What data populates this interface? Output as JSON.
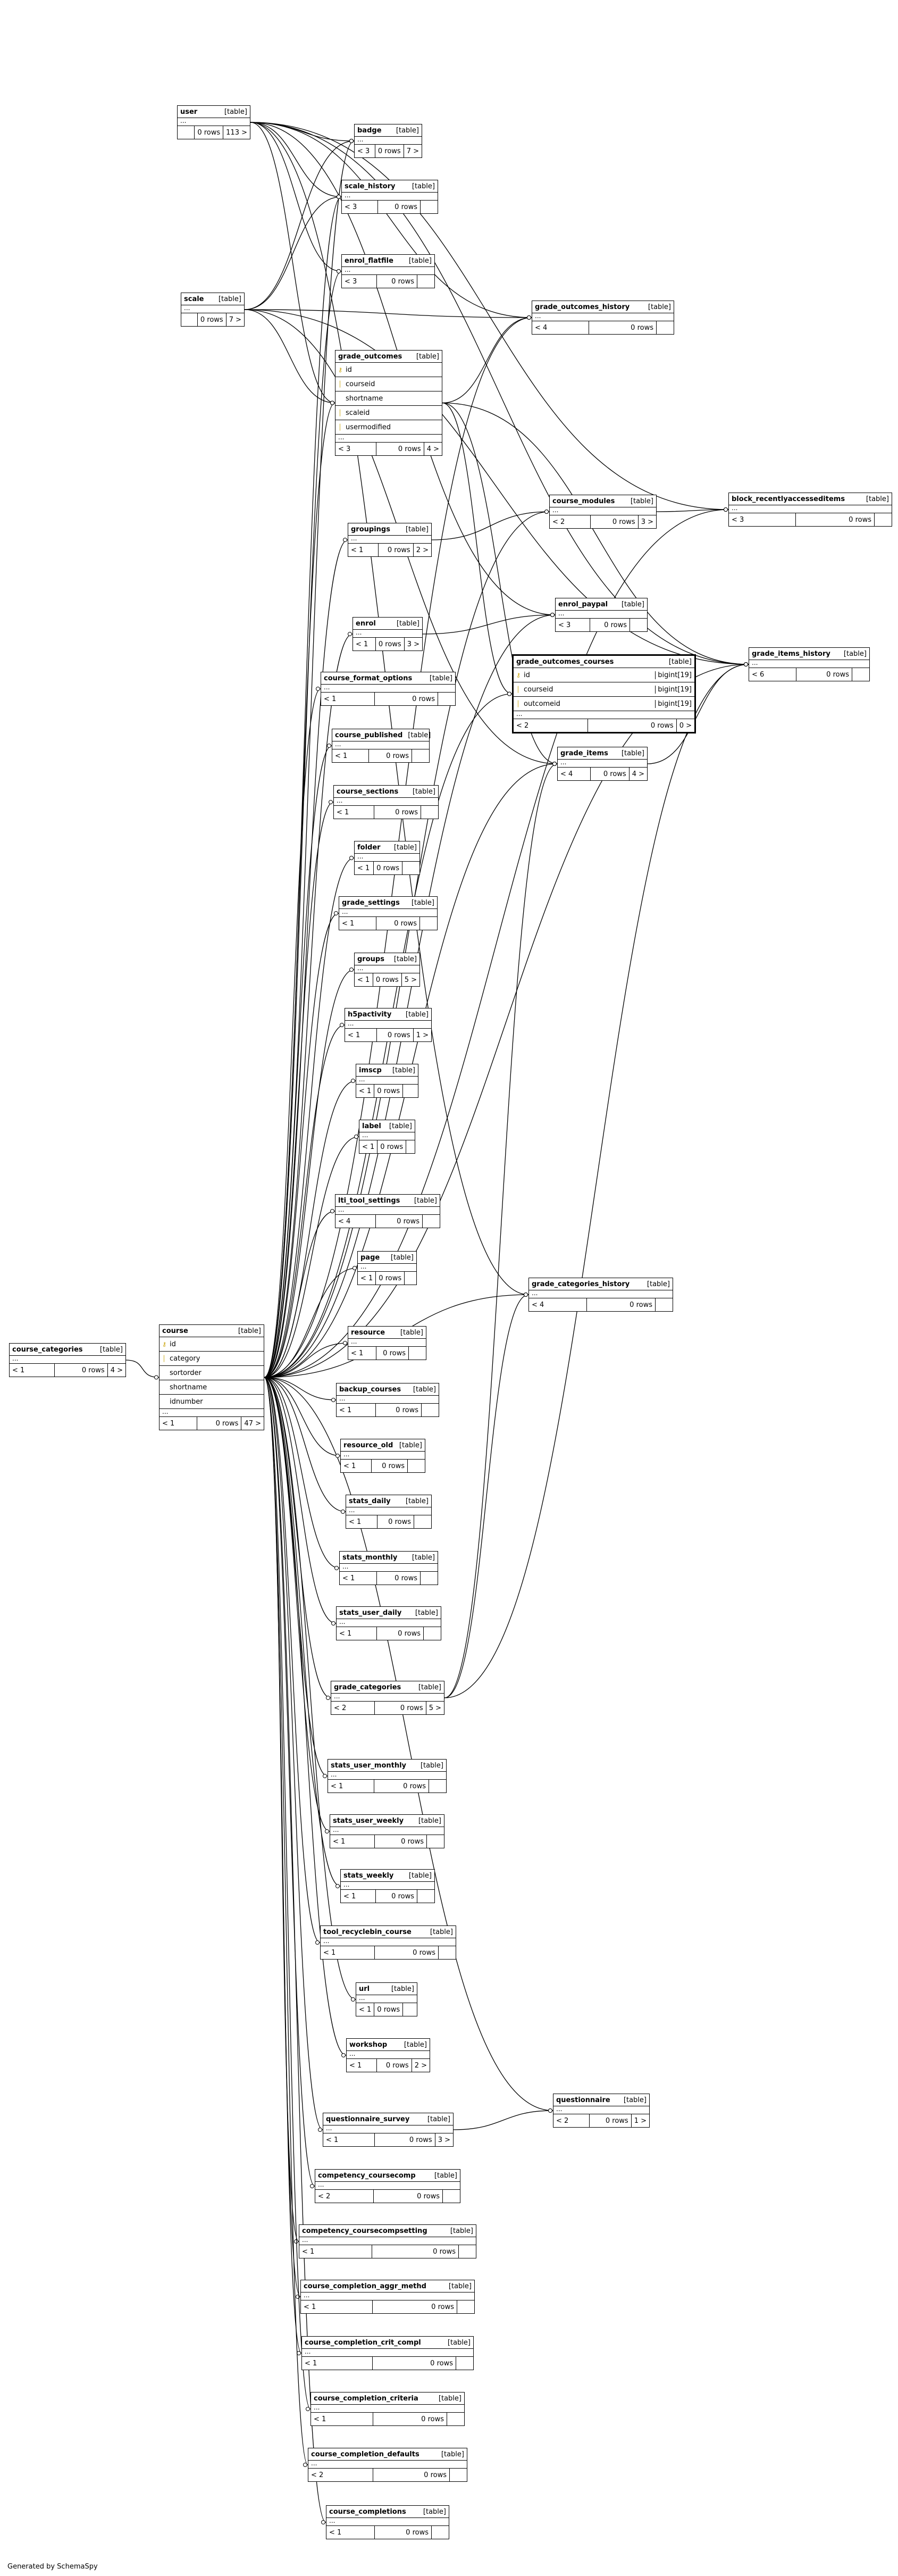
{
  "footer": "Generated by SchemaSpy",
  "tables": {
    "user": {
      "name": "user",
      "type": "[table]",
      "rows": [],
      "parents": "",
      "count": "0 rows",
      "children": "113 >"
    },
    "badge": {
      "name": "badge",
      "type": "[table]",
      "rows": [],
      "parents": "< 3",
      "count": "0 rows",
      "children": "7 >"
    },
    "scale_history": {
      "name": "scale_history",
      "type": "[table]",
      "rows": [],
      "parents": "< 3",
      "count": "0 rows",
      "children": ""
    },
    "enrol_flatfile": {
      "name": "enrol_flatfile",
      "type": "[table]",
      "rows": [],
      "parents": "< 3",
      "count": "0 rows",
      "children": ""
    },
    "scale": {
      "name": "scale",
      "type": "[table]",
      "rows": [],
      "parents": "",
      "count": "0 rows",
      "children": "7 >"
    },
    "grade_outcomes_history": {
      "name": "grade_outcomes_history",
      "type": "[table]",
      "rows": [],
      "parents": "< 4",
      "count": "0 rows",
      "children": ""
    },
    "grade_outcomes": {
      "name": "grade_outcomes",
      "type": "[table]",
      "rows": [
        {
          "key": "pk",
          "name": "id"
        },
        {
          "key": "fk",
          "name": "courseid"
        },
        {
          "key": "",
          "name": "shortname"
        },
        {
          "key": "fk",
          "name": "scaleid"
        },
        {
          "key": "fk",
          "name": "usermodified"
        }
      ],
      "parents": "< 3",
      "count": "0 rows",
      "children": "4 >"
    },
    "course_modules": {
      "name": "course_modules",
      "type": "[table]",
      "rows": [],
      "parents": "< 2",
      "count": "0 rows",
      "children": "3 >"
    },
    "block_recentlyaccesseditems": {
      "name": "block_recentlyaccesseditems",
      "type": "[table]",
      "rows": [],
      "parents": "< 3",
      "count": "0 rows",
      "children": ""
    },
    "groupings": {
      "name": "groupings",
      "type": "[table]",
      "rows": [],
      "parents": "< 1",
      "count": "0 rows",
      "children": "2 >"
    },
    "enrol": {
      "name": "enrol",
      "type": "[table]",
      "rows": [],
      "parents": "< 1",
      "count": "0 rows",
      "children": "3 >"
    },
    "enrol_paypal": {
      "name": "enrol_paypal",
      "type": "[table]",
      "rows": [],
      "parents": "< 3",
      "count": "0 rows",
      "children": ""
    },
    "grade_outcomes_courses": {
      "name": "grade_outcomes_courses",
      "type": "[table]",
      "rows": [
        {
          "key": "pk",
          "name": "id",
          "type": "bigint[19]"
        },
        {
          "key": "fk",
          "name": "courseid",
          "type": "bigint[19]"
        },
        {
          "key": "fk",
          "name": "outcomeid",
          "type": "bigint[19]"
        }
      ],
      "parents": "< 2",
      "count": "0 rows",
      "children": "0 >"
    },
    "grade_items_history": {
      "name": "grade_items_history",
      "type": "[table]",
      "rows": [],
      "parents": "< 6",
      "count": "0 rows",
      "children": ""
    },
    "course_format_options": {
      "name": "course_format_options",
      "type": "[table]",
      "rows": [],
      "parents": "< 1",
      "count": "0 rows",
      "children": ""
    },
    "course_published": {
      "name": "course_published",
      "type": "[table]",
      "rows": [],
      "parents": "< 1",
      "count": "0 rows",
      "children": ""
    },
    "grade_items": {
      "name": "grade_items",
      "type": "[table]",
      "rows": [],
      "parents": "< 4",
      "count": "0 rows",
      "children": "4 >"
    },
    "course_sections": {
      "name": "course_sections",
      "type": "[table]",
      "rows": [],
      "parents": "< 1",
      "count": "0 rows",
      "children": ""
    },
    "folder": {
      "name": "folder",
      "type": "[table]",
      "rows": [],
      "parents": "< 1",
      "count": "0 rows",
      "children": ""
    },
    "grade_settings": {
      "name": "grade_settings",
      "type": "[table]",
      "rows": [],
      "parents": "< 1",
      "count": "0 rows",
      "children": ""
    },
    "groups": {
      "name": "groups",
      "type": "[table]",
      "rows": [],
      "parents": "< 1",
      "count": "0 rows",
      "children": "5 >"
    },
    "h5pactivity": {
      "name": "h5pactivity",
      "type": "[table]",
      "rows": [],
      "parents": "< 1",
      "count": "0 rows",
      "children": "1 >"
    },
    "imscp": {
      "name": "imscp",
      "type": "[table]",
      "rows": [],
      "parents": "< 1",
      "count": "0 rows",
      "children": ""
    },
    "label": {
      "name": "label",
      "type": "[table]",
      "rows": [],
      "parents": "< 1",
      "count": "0 rows",
      "children": ""
    },
    "lti_tool_settings": {
      "name": "lti_tool_settings",
      "type": "[table]",
      "rows": [],
      "parents": "< 4",
      "count": "0 rows",
      "children": ""
    },
    "page": {
      "name": "page",
      "type": "[table]",
      "rows": [],
      "parents": "< 1",
      "count": "0 rows",
      "children": ""
    },
    "grade_categories_history": {
      "name": "grade_categories_history",
      "type": "[table]",
      "rows": [],
      "parents": "< 4",
      "count": "0 rows",
      "children": ""
    },
    "course_categories": {
      "name": "course_categories",
      "type": "[table]",
      "rows": [],
      "parents": "< 1",
      "count": "0 rows",
      "children": "4 >"
    },
    "course": {
      "name": "course",
      "type": "[table]",
      "rows": [
        {
          "key": "pk",
          "name": "id"
        },
        {
          "key": "fk",
          "name": "category"
        },
        {
          "key": "",
          "name": "sortorder"
        },
        {
          "key": "",
          "name": "shortname"
        },
        {
          "key": "",
          "name": "idnumber"
        }
      ],
      "parents": "< 1",
      "count": "0 rows",
      "children": "47 >"
    },
    "resource": {
      "name": "resource",
      "type": "[table]",
      "rows": [],
      "parents": "< 1",
      "count": "0 rows",
      "children": ""
    },
    "backup_courses": {
      "name": "backup_courses",
      "type": "[table]",
      "rows": [],
      "parents": "< 1",
      "count": "0 rows",
      "children": ""
    },
    "resource_old": {
      "name": "resource_old",
      "type": "[table]",
      "rows": [],
      "parents": "< 1",
      "count": "0 rows",
      "children": ""
    },
    "stats_daily": {
      "name": "stats_daily",
      "type": "[table]",
      "rows": [],
      "parents": "< 1",
      "count": "0 rows",
      "children": ""
    },
    "stats_monthly": {
      "name": "stats_monthly",
      "type": "[table]",
      "rows": [],
      "parents": "< 1",
      "count": "0 rows",
      "children": ""
    },
    "stats_user_daily": {
      "name": "stats_user_daily",
      "type": "[table]",
      "rows": [],
      "parents": "< 1",
      "count": "0 rows",
      "children": ""
    },
    "grade_categories": {
      "name": "grade_categories",
      "type": "[table]",
      "rows": [],
      "parents": "< 2",
      "count": "0 rows",
      "children": "5 >"
    },
    "stats_user_monthly": {
      "name": "stats_user_monthly",
      "type": "[table]",
      "rows": [],
      "parents": "< 1",
      "count": "0 rows",
      "children": ""
    },
    "stats_user_weekly": {
      "name": "stats_user_weekly",
      "type": "[table]",
      "rows": [],
      "parents": "< 1",
      "count": "0 rows",
      "children": ""
    },
    "stats_weekly": {
      "name": "stats_weekly",
      "type": "[table]",
      "rows": [],
      "parents": "< 1",
      "count": "0 rows",
      "children": ""
    },
    "tool_recyclebin_course": {
      "name": "tool_recyclebin_course",
      "type": "[table]",
      "rows": [],
      "parents": "< 1",
      "count": "0 rows",
      "children": ""
    },
    "url": {
      "name": "url",
      "type": "[table]",
      "rows": [],
      "parents": "< 1",
      "count": "0 rows",
      "children": ""
    },
    "workshop": {
      "name": "workshop",
      "type": "[table]",
      "rows": [],
      "parents": "< 1",
      "count": "0 rows",
      "children": "2 >"
    },
    "questionnaire": {
      "name": "questionnaire",
      "type": "[table]",
      "rows": [],
      "parents": "< 2",
      "count": "0 rows",
      "children": "1 >"
    },
    "questionnaire_survey": {
      "name": "questionnaire_survey",
      "type": "[table]",
      "rows": [],
      "parents": "< 1",
      "count": "0 rows",
      "children": "3 >"
    },
    "competency_coursecomp": {
      "name": "competency_coursecomp",
      "type": "[table]",
      "rows": [],
      "parents": "< 2",
      "count": "0 rows",
      "children": ""
    },
    "competency_coursecompsetting": {
      "name": "competency_coursecompsetting",
      "type": "[table]",
      "rows": [],
      "parents": "< 1",
      "count": "0 rows",
      "children": ""
    },
    "course_completion_aggr_methd": {
      "name": "course_completion_aggr_methd",
      "type": "[table]",
      "rows": [],
      "parents": "< 1",
      "count": "0 rows",
      "children": ""
    },
    "course_completion_crit_compl": {
      "name": "course_completion_crit_compl",
      "type": "[table]",
      "rows": [],
      "parents": "< 1",
      "count": "0 rows",
      "children": ""
    },
    "course_completion_criteria": {
      "name": "course_completion_criteria",
      "type": "[table]",
      "rows": [],
      "parents": "< 1",
      "count": "0 rows",
      "children": ""
    },
    "course_completion_defaults": {
      "name": "course_completion_defaults",
      "type": "[table]",
      "rows": [],
      "parents": "< 2",
      "count": "0 rows",
      "children": ""
    },
    "course_completions": {
      "name": "course_completions",
      "type": "[table]",
      "rows": [],
      "parents": "< 1",
      "count": "0 rows",
      "children": ""
    }
  },
  "relations": [
    [
      "user",
      "badge"
    ],
    [
      "user",
      "scale_history"
    ],
    [
      "user",
      "enrol_flatfile"
    ],
    [
      "user",
      "grade_outcomes"
    ],
    [
      "user",
      "grade_outcomes_history"
    ],
    [
      "user",
      "block_recentlyaccesseditems"
    ],
    [
      "user",
      "grade_items_history"
    ],
    [
      "user",
      "enrol_paypal"
    ],
    [
      "user",
      "grade_categories_history"
    ],
    [
      "scale",
      "scale_history"
    ],
    [
      "scale",
      "grade_outcomes"
    ],
    [
      "scale",
      "grade_outcomes_history"
    ],
    [
      "scale",
      "grade_items"
    ],
    [
      "scale",
      "grade_items_history"
    ],
    [
      "scale",
      "badge"
    ],
    [
      "grade_outcomes",
      "grade_outcomes_history"
    ],
    [
      "grade_outcomes",
      "grade_outcomes_courses"
    ],
    [
      "grade_outcomes",
      "grade_items"
    ],
    [
      "grade_outcomes",
      "grade_items_history"
    ],
    [
      "course_modules",
      "block_recentlyaccesseditems"
    ],
    [
      "groupings",
      "course_modules"
    ],
    [
      "enrol",
      "enrol_paypal"
    ],
    [
      "grade_items",
      "grade_items_history"
    ],
    [
      "grade_categories",
      "grade_items"
    ],
    [
      "grade_categories",
      "grade_items_history"
    ],
    [
      "grade_categories",
      "grade_categories_history"
    ],
    [
      "course_categories",
      "course"
    ],
    [
      "questionnaire_survey",
      "questionnaire"
    ],
    [
      "course",
      "questionnaire"
    ],
    [
      "course",
      "badge"
    ],
    [
      "course",
      "scale_history"
    ],
    [
      "course",
      "enrol_flatfile"
    ],
    [
      "course",
      "grade_outcomes"
    ],
    [
      "course",
      "grade_outcomes_history"
    ],
    [
      "course",
      "course_modules"
    ],
    [
      "course",
      "block_recentlyaccesseditems"
    ],
    [
      "course",
      "groupings"
    ],
    [
      "course",
      "enrol"
    ],
    [
      "course",
      "enrol_paypal"
    ],
    [
      "course",
      "grade_outcomes_courses"
    ],
    [
      "course",
      "grade_items_history"
    ],
    [
      "course",
      "course_format_options"
    ],
    [
      "course",
      "course_published"
    ],
    [
      "course",
      "grade_items"
    ],
    [
      "course",
      "course_sections"
    ],
    [
      "course",
      "folder"
    ],
    [
      "course",
      "grade_settings"
    ],
    [
      "course",
      "groups"
    ],
    [
      "course",
      "h5pactivity"
    ],
    [
      "course",
      "imscp"
    ],
    [
      "course",
      "label"
    ],
    [
      "course",
      "lti_tool_settings"
    ],
    [
      "course",
      "page"
    ],
    [
      "course",
      "grade_categories_history"
    ],
    [
      "course",
      "resource"
    ],
    [
      "course",
      "backup_courses"
    ],
    [
      "course",
      "resource_old"
    ],
    [
      "course",
      "stats_daily"
    ],
    [
      "course",
      "stats_monthly"
    ],
    [
      "course",
      "stats_user_daily"
    ],
    [
      "course",
      "grade_categories"
    ],
    [
      "course",
      "stats_user_monthly"
    ],
    [
      "course",
      "stats_user_weekly"
    ],
    [
      "course",
      "stats_weekly"
    ],
    [
      "course",
      "tool_recyclebin_course"
    ],
    [
      "course",
      "url"
    ],
    [
      "course",
      "workshop"
    ],
    [
      "course",
      "questionnaire_survey"
    ],
    [
      "course",
      "competency_coursecomp"
    ],
    [
      "course",
      "competency_coursecompsetting"
    ],
    [
      "course",
      "course_completion_aggr_methd"
    ],
    [
      "course",
      "course_completion_crit_compl"
    ],
    [
      "course",
      "course_completion_criteria"
    ],
    [
      "course",
      "course_completion_defaults"
    ],
    [
      "course",
      "course_completions"
    ]
  ]
}
